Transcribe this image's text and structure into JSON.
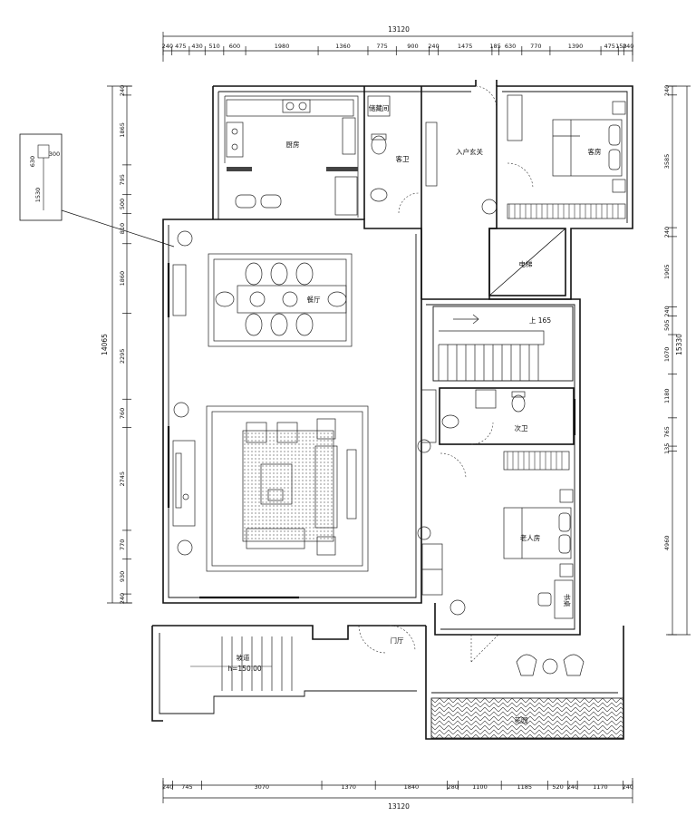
{
  "dims": {
    "total_top": "13120",
    "total_bottom": "13120",
    "top": [
      "240",
      "475",
      "430",
      "510",
      "600",
      "1980",
      "1360",
      "775",
      "900",
      "240",
      "1475",
      "185",
      "630",
      "770",
      "1390",
      "475",
      "150",
      "240"
    ],
    "bottom": [
      "240",
      "745",
      "3070",
      "1370",
      "1840",
      "280",
      "1100",
      "1185",
      "520",
      "240",
      "1170",
      "240"
    ],
    "left_total": "14065",
    "left": [
      "240",
      "1865",
      "795",
      "500",
      "810",
      "1860",
      "2295",
      "760",
      "2745",
      "770",
      "930",
      "240"
    ],
    "right_total": "15330",
    "right": [
      "240",
      "3585",
      "240",
      "1905",
      "240",
      "505",
      "1070",
      "1180",
      "765",
      "135",
      "4960"
    ]
  },
  "inset": {
    "a": "630",
    "b": "300",
    "c": "1530"
  },
  "rooms": {
    "kitchen": "厨房",
    "pantry": "储藏间",
    "guest_wc": "客卫",
    "entry": "入户玄关",
    "guest_room": "客房",
    "elevator": "电梯",
    "dining": "餐厅",
    "stairs": "上 165",
    "second_wc": "次卫",
    "elder_room": "老人房",
    "study": "书桌",
    "door_label": "门厅",
    "garden": "花园",
    "ramp_label": "坡道",
    "ramp_h": "h=150.00"
  }
}
